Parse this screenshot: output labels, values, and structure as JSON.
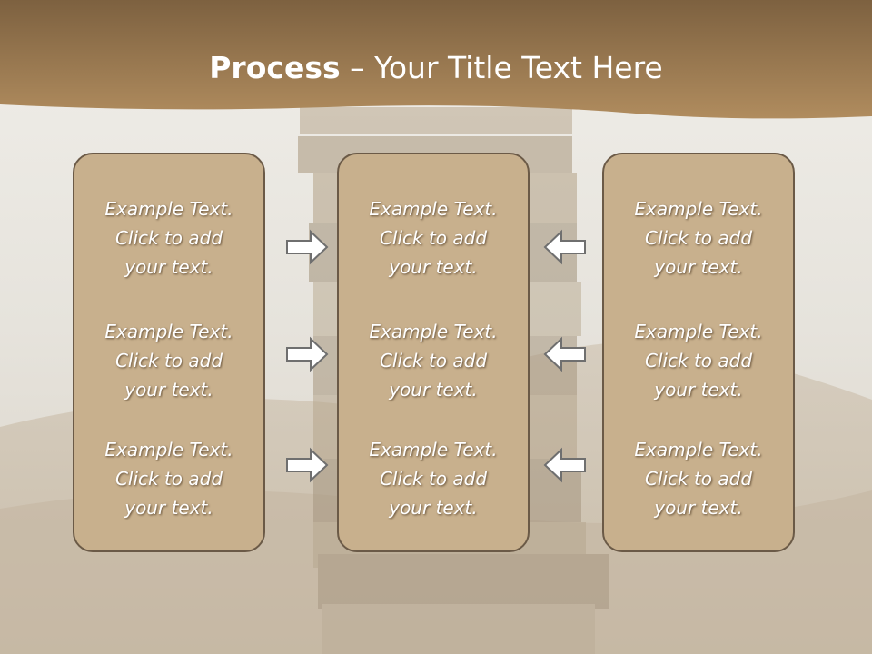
{
  "title": {
    "bold": "Process",
    "rest": " – Your Title Text Here"
  },
  "panels": [
    {
      "blocks": [
        {
          "line1": "Example Text.",
          "line2": "Click  to add",
          "line3": "your text."
        },
        {
          "line1": "Example Text.",
          "line2": "Click  to add",
          "line3": "your text."
        },
        {
          "line1": "Example Text.",
          "line2": "Click  to add",
          "line3": "your text."
        }
      ]
    },
    {
      "blocks": [
        {
          "line1": "Example Text.",
          "line2": "Click  to add",
          "line3": "your text."
        },
        {
          "line1": "Example Text.",
          "line2": "Click  to add",
          "line3": "your text."
        },
        {
          "line1": "Example Text.",
          "line2": "Click  to add",
          "line3": "your text."
        }
      ]
    },
    {
      "blocks": [
        {
          "line1": "Example Text.",
          "line2": "Click  to add",
          "line3": "your text."
        },
        {
          "line1": "Example Text.",
          "line2": "Click  to add",
          "line3": "your text."
        },
        {
          "line1": "Example Text.",
          "line2": "Click  to add",
          "line3": "your text."
        }
      ]
    }
  ],
  "arrows": {
    "left_group": "arrow-right-icon",
    "right_group": "arrow-left-icon"
  },
  "colors": {
    "header_band": "#a07f55",
    "panel_fill": "#c8b08d",
    "panel_border": "#6b5a47",
    "text": "#ffffff"
  }
}
